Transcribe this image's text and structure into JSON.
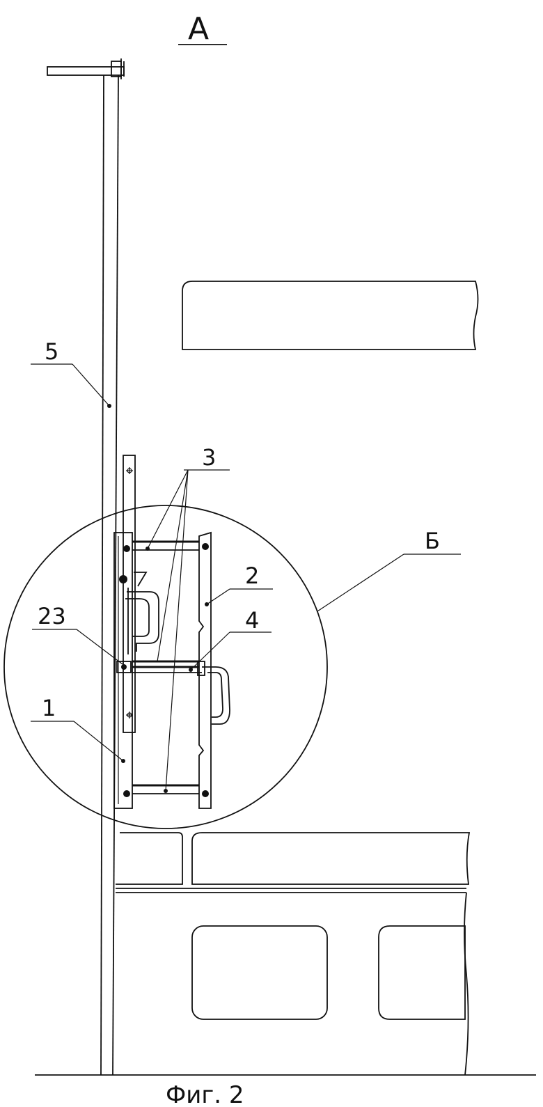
{
  "view_label": "А",
  "detail_label": "Б",
  "caption": "Фиг. 2",
  "callouts": {
    "mast": "5",
    "rungs": "3",
    "left_rail": "1",
    "right_rail": "2",
    "handle": "4",
    "hinge": "23"
  }
}
